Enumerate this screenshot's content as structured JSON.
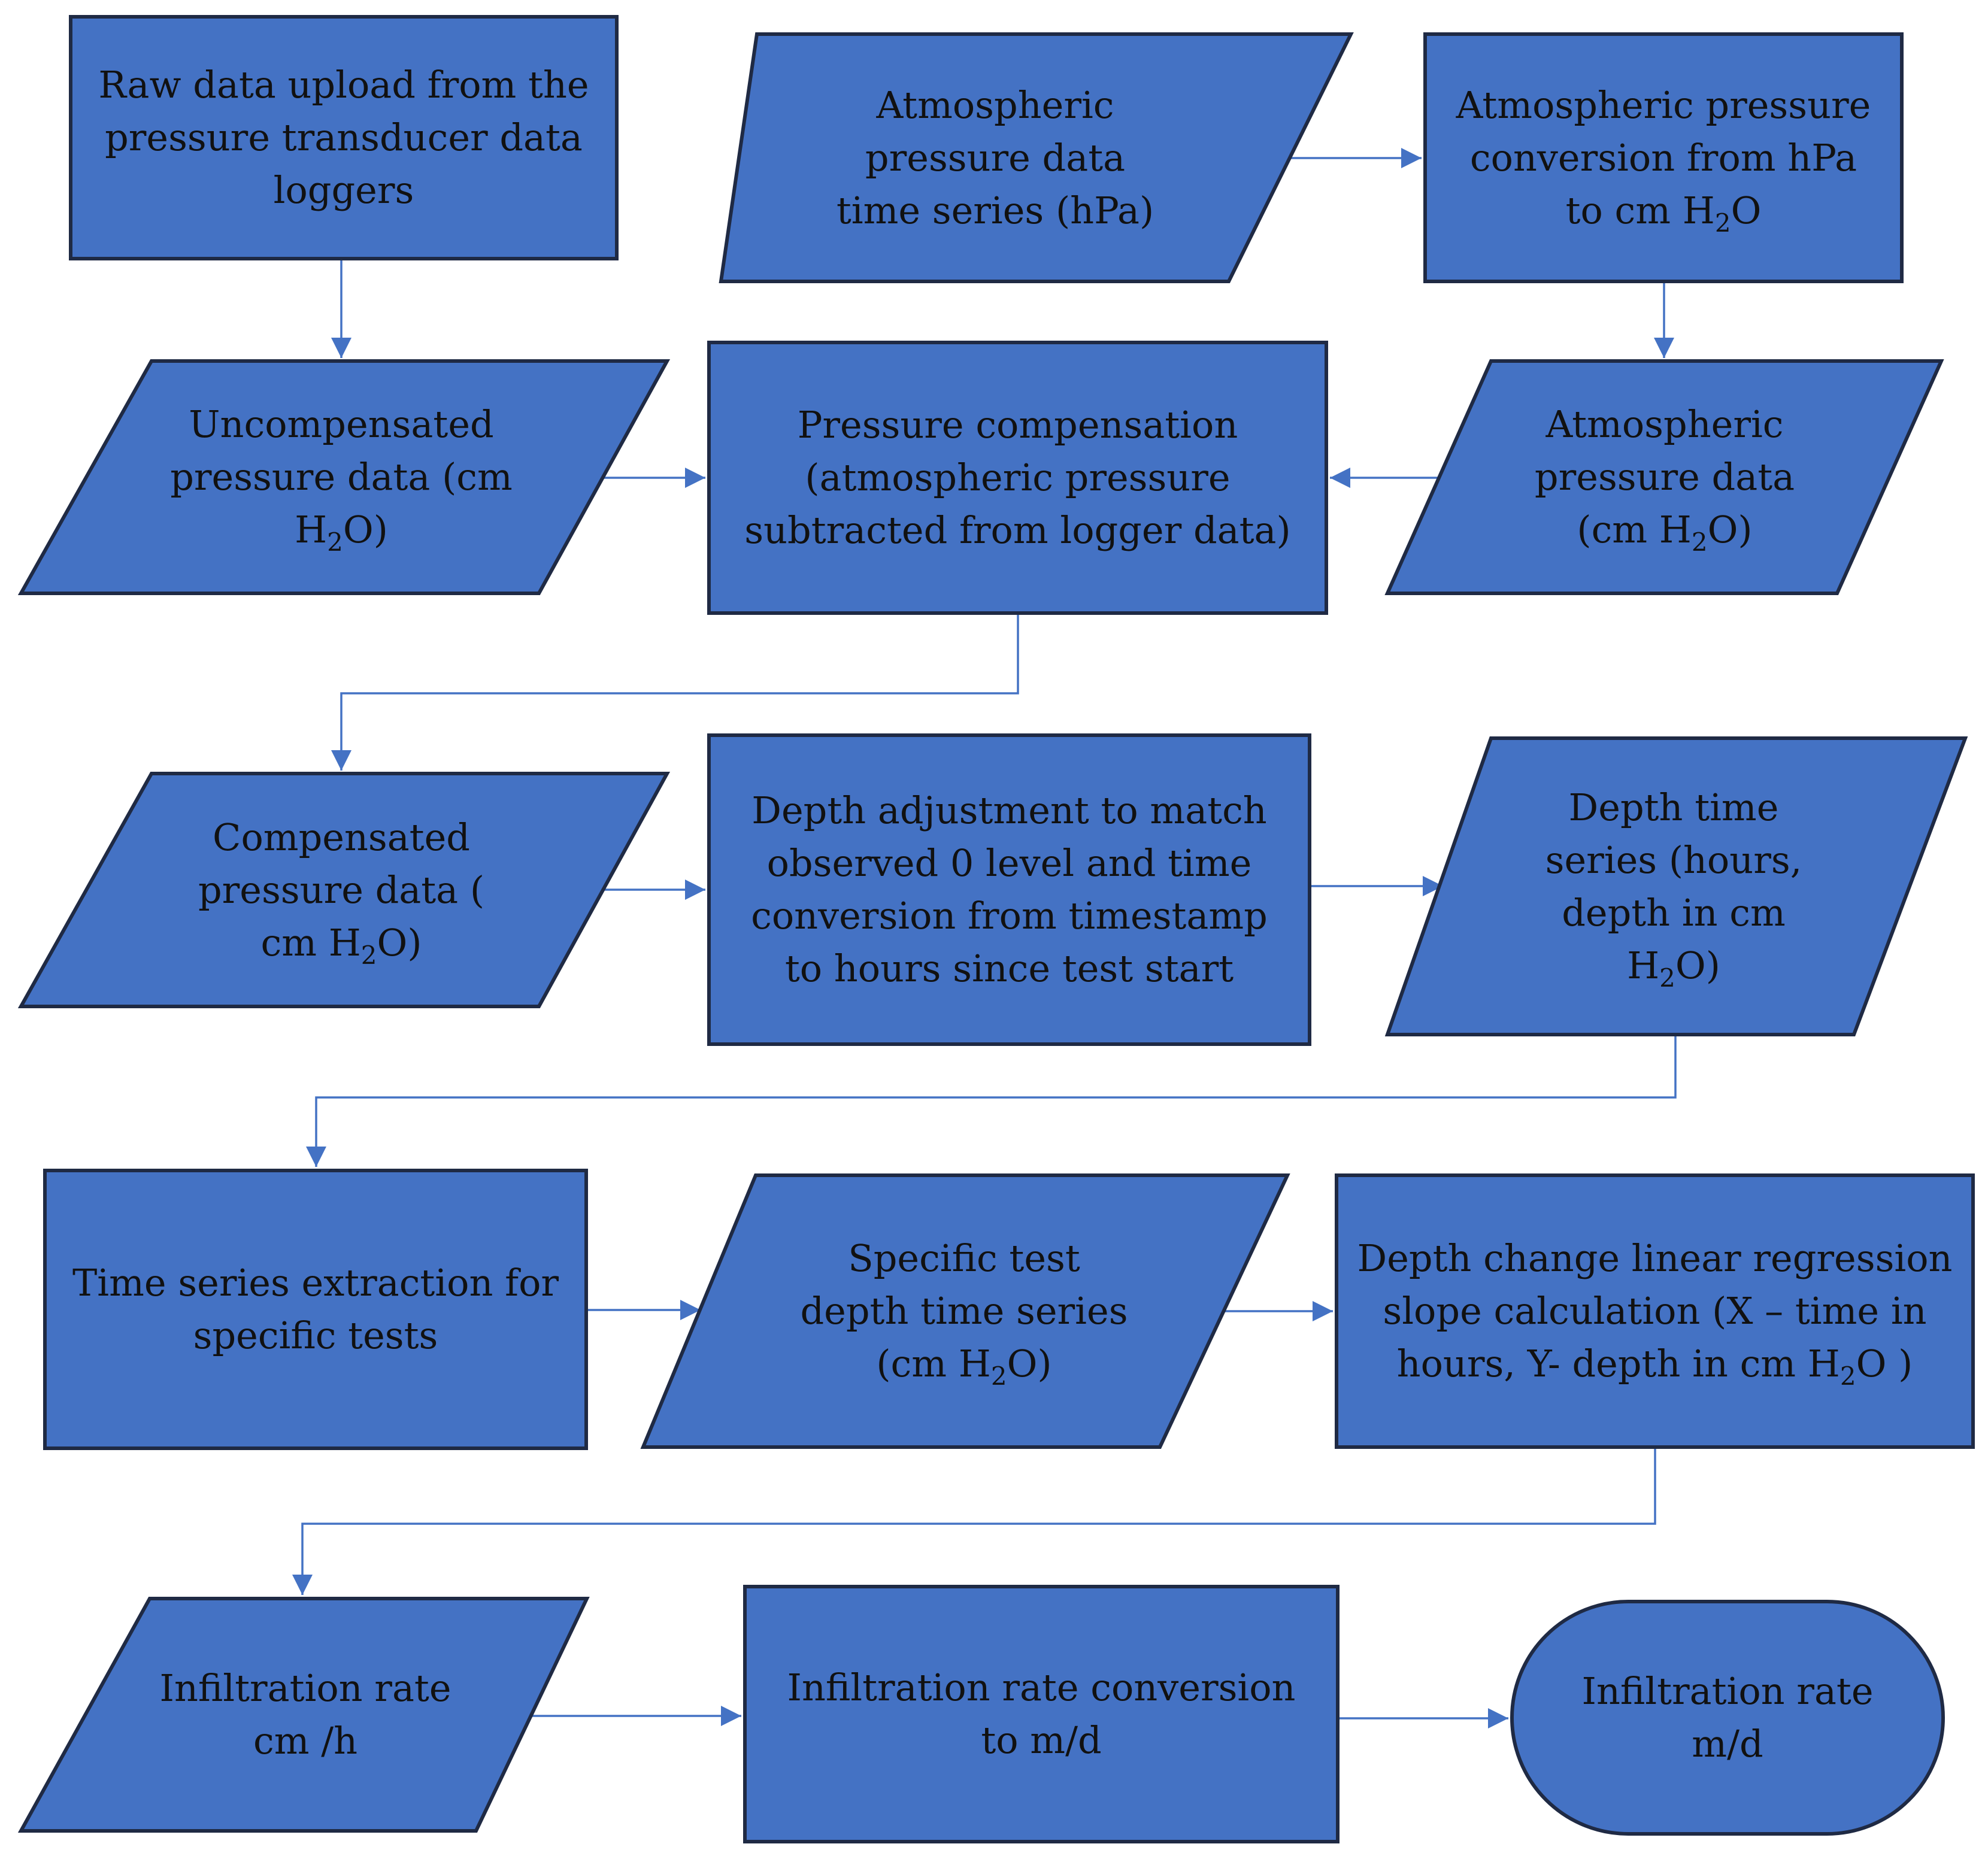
{
  "nodes": [
    {
      "id": "raw-data-upload",
      "shape": "process",
      "text": "Raw data upload from the\npressure transducer data\nloggers"
    },
    {
      "id": "atmospheric-hpa",
      "shape": "data",
      "text": "Atmospheric\npressure data\ntime series (hPa)"
    },
    {
      "id": "atmospheric-conversion",
      "shape": "process",
      "text": "Atmospheric pressure\nconversion from hPa\nto cm H{2}O"
    },
    {
      "id": "uncompensated-pressure",
      "shape": "data",
      "text": "Uncompensated\npressure data (cm\nH{2}O)"
    },
    {
      "id": "pressure-compensation",
      "shape": "process",
      "text": "Pressure compensation\n(atmospheric pressure\nsubtracted from logger data)"
    },
    {
      "id": "atmospheric-cm",
      "shape": "data",
      "text": "Atmospheric\npressure data\n(cm H{2}O)"
    },
    {
      "id": "compensated-pressure",
      "shape": "data",
      "text": "Compensated\npressure data (\ncm H{2}O)"
    },
    {
      "id": "depth-adjustment",
      "shape": "process",
      "text": "Depth adjustment to match\nobserved 0 level and time\nconversion from timestamp\nto hours since test start"
    },
    {
      "id": "depth-time-series",
      "shape": "data",
      "text": "Depth time\nseries (hours,\ndepth in cm\nH{2}O)"
    },
    {
      "id": "time-series-extraction",
      "shape": "process",
      "text": "Time series extraction for\nspecific tests"
    },
    {
      "id": "specific-test-series",
      "shape": "data",
      "text": "Specific test\ndepth time series\n(cm H{2}O)"
    },
    {
      "id": "linear-regression",
      "shape": "process",
      "text": "Depth change linear regression\nslope calculation (X – time in\nhours, Y- depth in cm H{2}O )"
    },
    {
      "id": "infiltration-cm-h",
      "shape": "data",
      "text": "Infiltration rate\ncm /h"
    },
    {
      "id": "infiltration-conversion",
      "shape": "process",
      "text": "Infiltration rate conversion\nto m/d"
    },
    {
      "id": "infiltration-m-d",
      "shape": "terminator",
      "text": "Infiltration rate\nm/d"
    }
  ],
  "edges": [
    [
      "raw-data-upload",
      "uncompensated-pressure"
    ],
    [
      "atmospheric-hpa",
      "atmospheric-conversion"
    ],
    [
      "atmospheric-conversion",
      "atmospheric-cm"
    ],
    [
      "uncompensated-pressure",
      "pressure-compensation"
    ],
    [
      "atmospheric-cm",
      "pressure-compensation"
    ],
    [
      "pressure-compensation",
      "compensated-pressure"
    ],
    [
      "compensated-pressure",
      "depth-adjustment"
    ],
    [
      "depth-adjustment",
      "depth-time-series"
    ],
    [
      "depth-time-series",
      "time-series-extraction"
    ],
    [
      "time-series-extraction",
      "specific-test-series"
    ],
    [
      "specific-test-series",
      "linear-regression"
    ],
    [
      "linear-regression",
      "infiltration-cm-h"
    ],
    [
      "infiltration-cm-h",
      "infiltration-conversion"
    ],
    [
      "infiltration-conversion",
      "infiltration-m-d"
    ]
  ],
  "colors": {
    "fill": "#4472C4",
    "stroke": "#1F2A44",
    "connector": "#4472C4",
    "text": "#111111"
  }
}
